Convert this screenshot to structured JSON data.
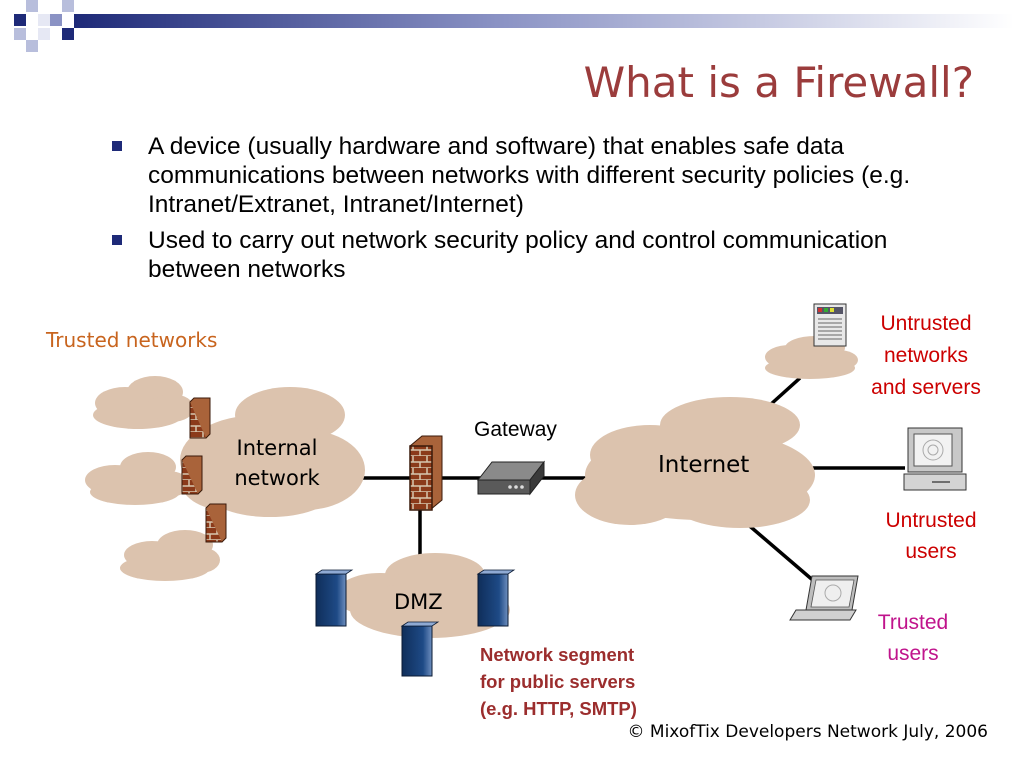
{
  "title": "What is a Firewall?",
  "bullets": [
    "A device (usually hardware and software) that enables safe data communications between networks with different security policies (e.g. Intranet/Extranet, Intranet/Internet)",
    "Used to carry out network security policy and control communication between networks"
  ],
  "diagram": {
    "trusted_networks": "Trusted networks",
    "internal_line1": "Internal",
    "internal_line2": "network",
    "gateway": "Gateway",
    "internet": "Internet",
    "dmz": "DMZ",
    "untrusted_networks_line1": "Untrusted",
    "untrusted_networks_line2": "networks",
    "untrusted_networks_line3": "and servers",
    "untrusted_users_line1": "Untrusted",
    "untrusted_users_line2": "users",
    "trusted_users_line1": "Trusted",
    "trusted_users_line2": "users",
    "segment_line1": "Network segment",
    "segment_line2": "for public servers",
    "segment_line3": "(e.g. HTTP, SMTP)"
  },
  "footer": "© MixofTix Developers Network July, 2006",
  "colors": {
    "title": "#9b3c3c",
    "cloud": "#dcc3ae",
    "trusted_networks_label": "#c8641e",
    "untrusted_label": "#cc0000",
    "trusted_users_label": "#c0148c",
    "segment_label": "#9b2d2d",
    "bullet": "#1e2a78"
  }
}
